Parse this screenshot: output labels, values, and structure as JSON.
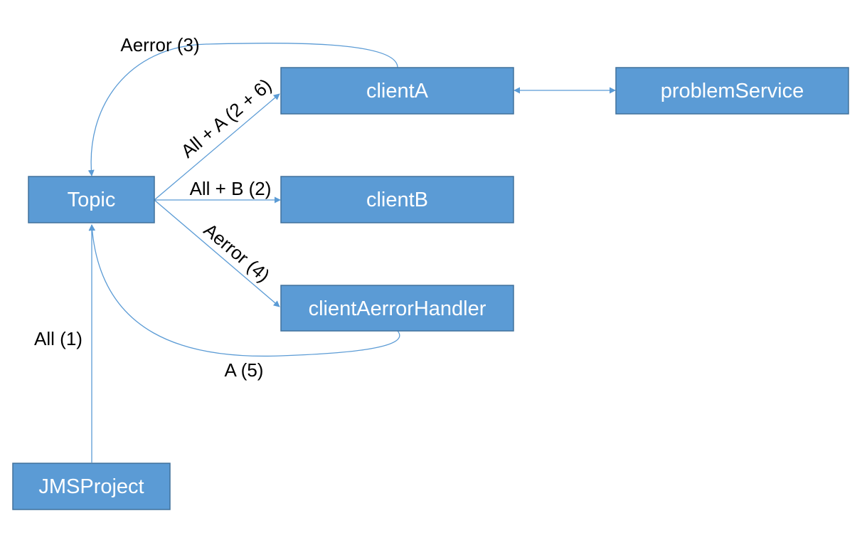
{
  "nodes": {
    "topic": "Topic",
    "clientA": "clientA",
    "clientB": "clientB",
    "clientAerrorHandler": "clientAerrorHandler",
    "problemService": "problemService",
    "jmsProject": "JMSProject"
  },
  "edge_labels": {
    "all_1": "All (1)",
    "all_a_2_6": "All + A (2 + 6)",
    "all_b_2": "All + B (2)",
    "aerror_3": "Aerror (3)",
    "aerror_4": "Aerror (4)",
    "a_5": "A (5)"
  },
  "colors": {
    "node_fill": "#5b9bd5",
    "node_border": "#41719c",
    "edge": "#5b9bd5",
    "node_text": "#ffffff",
    "label_text": "#000000"
  }
}
